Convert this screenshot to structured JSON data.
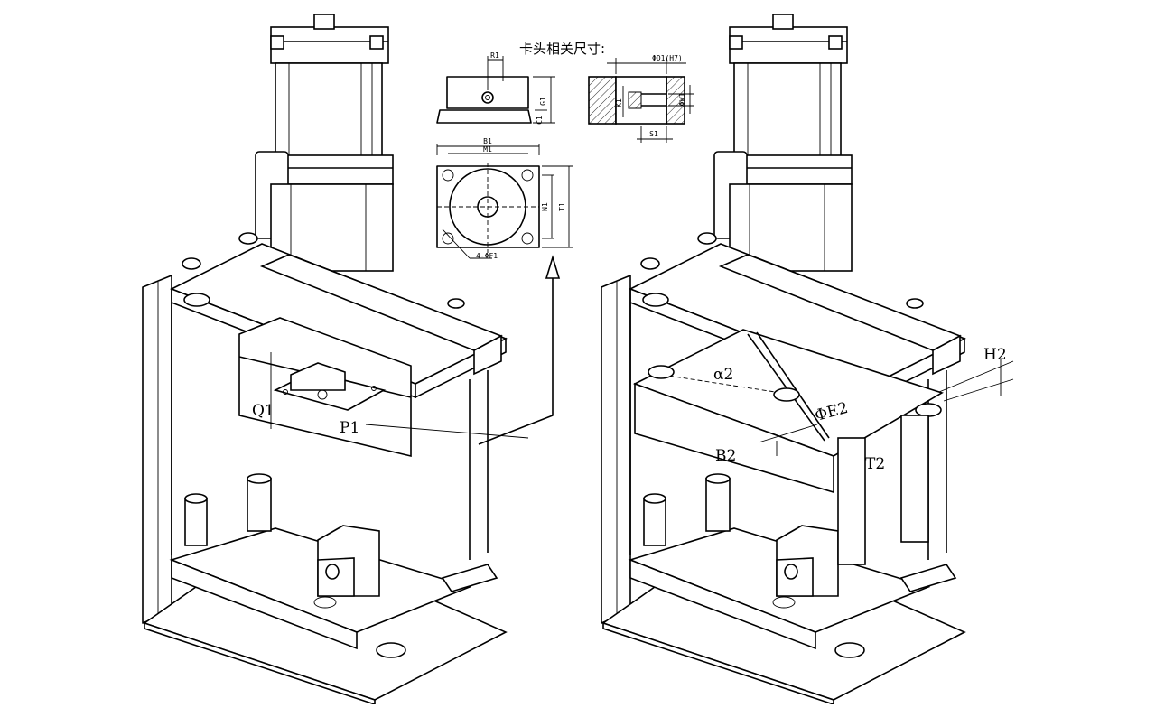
{
  "detail": {
    "title": "卡头相关尺寸:",
    "R1": "R1",
    "G1": "G1",
    "C1": "C1",
    "B1": "B1",
    "M1": "M1",
    "N1": "N1",
    "T1": "T1",
    "F1": "4-ΦF1",
    "D1": "ΦD1(H7)",
    "K1": "K1",
    "W1": "ΦW1",
    "S1": "S1"
  },
  "labels": {
    "Q1": "Q1",
    "P1": "P1",
    "alpha2": "α2",
    "E2": "ΦE2",
    "B2": "B2",
    "T2": "T2",
    "H2": "H2"
  }
}
